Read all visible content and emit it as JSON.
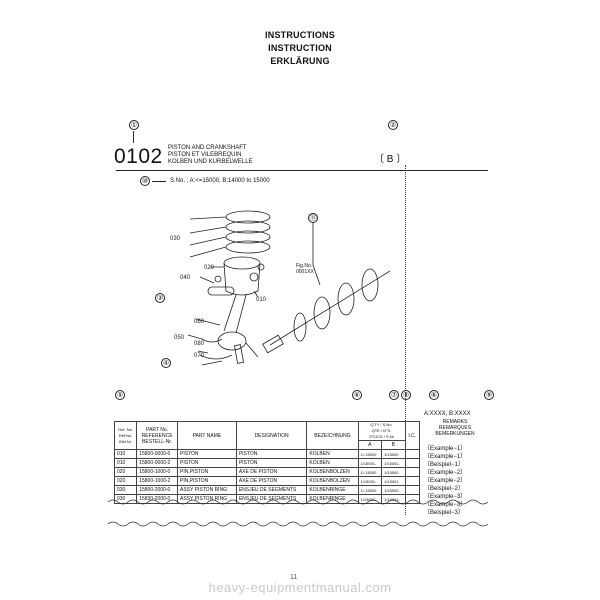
{
  "header": {
    "line1": "INSTRUCTIONS",
    "line2": "INSTRUCTION",
    "line3": "ERKLÄRUNG"
  },
  "markers": [
    "①",
    "②",
    "③",
    "④",
    "⑤",
    "⑥",
    "⑦",
    "⑧",
    "⑨",
    "⑩",
    "⑪"
  ],
  "group": {
    "number": "0102",
    "title_en": "PISTON AND CRANKSHAFT",
    "title_fr": "PISTON ET VILEBREQUIN",
    "title_de": "KOLBEN UND KURBELWELLE",
    "code": "〔 B 〕"
  },
  "serial_note": "S.No. ; A:<=15000, B:14000 to 15000",
  "diagram": {
    "labels": [
      "030",
      "020",
      "040",
      "010",
      "060",
      "050",
      "080",
      "070"
    ],
    "fig_ref": "Fig.No.\n0001XX"
  },
  "remarks_note": "A:XXXX, B:XXXX",
  "table": {
    "headers": {
      "ref": "Ref. No.\nRéf.No.\nBild Nr.",
      "part_no": "PART No.\nREFERENCE\nBESTELL-Nr.",
      "part_name": "PART NAME",
      "designation": "DESIGNATION",
      "bezeichnung": "BEZEICHNUNG",
      "qty": "Q'TY / S.No.\nQTE / N°S.\nSTÜCK / S.Nr",
      "qty_a": "A",
      "qty_b": "B",
      "ic": "I.C.",
      "remarks": "REMARKS\nREMARQUES\nBEMERKUNGEN"
    },
    "rows": [
      {
        "ref": "010",
        "part_no": "15800-0000-0",
        "name": "PISTON",
        "designation": "PISTON",
        "bezeichnung": "KOLBEN",
        "qty_a": "1/-15000",
        "qty_b": "1/15000",
        "ic": ""
      },
      {
        "ref": "010",
        "part_no": "15800-0000-2",
        "name": "PISTON",
        "designation": "PISTON",
        "bezeichnung": "KOLBEN",
        "qty_a": "1/15001-",
        "qty_b": "1/15001-",
        "ic": ""
      },
      {
        "ref": "020",
        "part_no": "15800-1000-0",
        "name": "PIN,PISTON",
        "designation": "AXE DE PISTON",
        "bezeichnung": "KOLBENBOLZEN",
        "qty_a": "1/-15000",
        "qty_b": "1/15000",
        "ic": ""
      },
      {
        "ref": "020",
        "part_no": "15800-1000-2",
        "name": "PIN,PISTON",
        "designation": "AXE DE PISTON",
        "bezeichnung": "KOLBENBOLZEN",
        "qty_a": "1/15001-",
        "qty_b": "1/15001",
        "ic": ""
      },
      {
        "ref": "030",
        "part_no": "15800-2000-0",
        "name": "ASSY PISTON RING",
        "designation": "ENSJEU DE SEGMENTS",
        "bezeichnung": "KOLBENRINGE",
        "qty_a": "1/-15000",
        "qty_b": "1/15000",
        "ic": ""
      },
      {
        "ref": "030",
        "part_no": "15830-2000-0",
        "name": "ASSY PISTON RING",
        "designation": "ENSJEU DE SEGMENTS",
        "bezeichnung": "KOLBENRINGE",
        "qty_a": "1/15001-",
        "qty_b": "1/15001-",
        "ic": ""
      }
    ],
    "remarks": [
      "〔Example−1〕",
      "〔Example−1〕",
      "〔Beispiel−1〕",
      "〔Example−2〕",
      "〔Example−2〕",
      "〔Beispiel−2〕",
      "〔Example−3〕",
      "〔Example−3〕",
      "〔Beispiel−3〕"
    ]
  },
  "page_number": "11",
  "watermark": "heavy-equipmentmanual.com"
}
